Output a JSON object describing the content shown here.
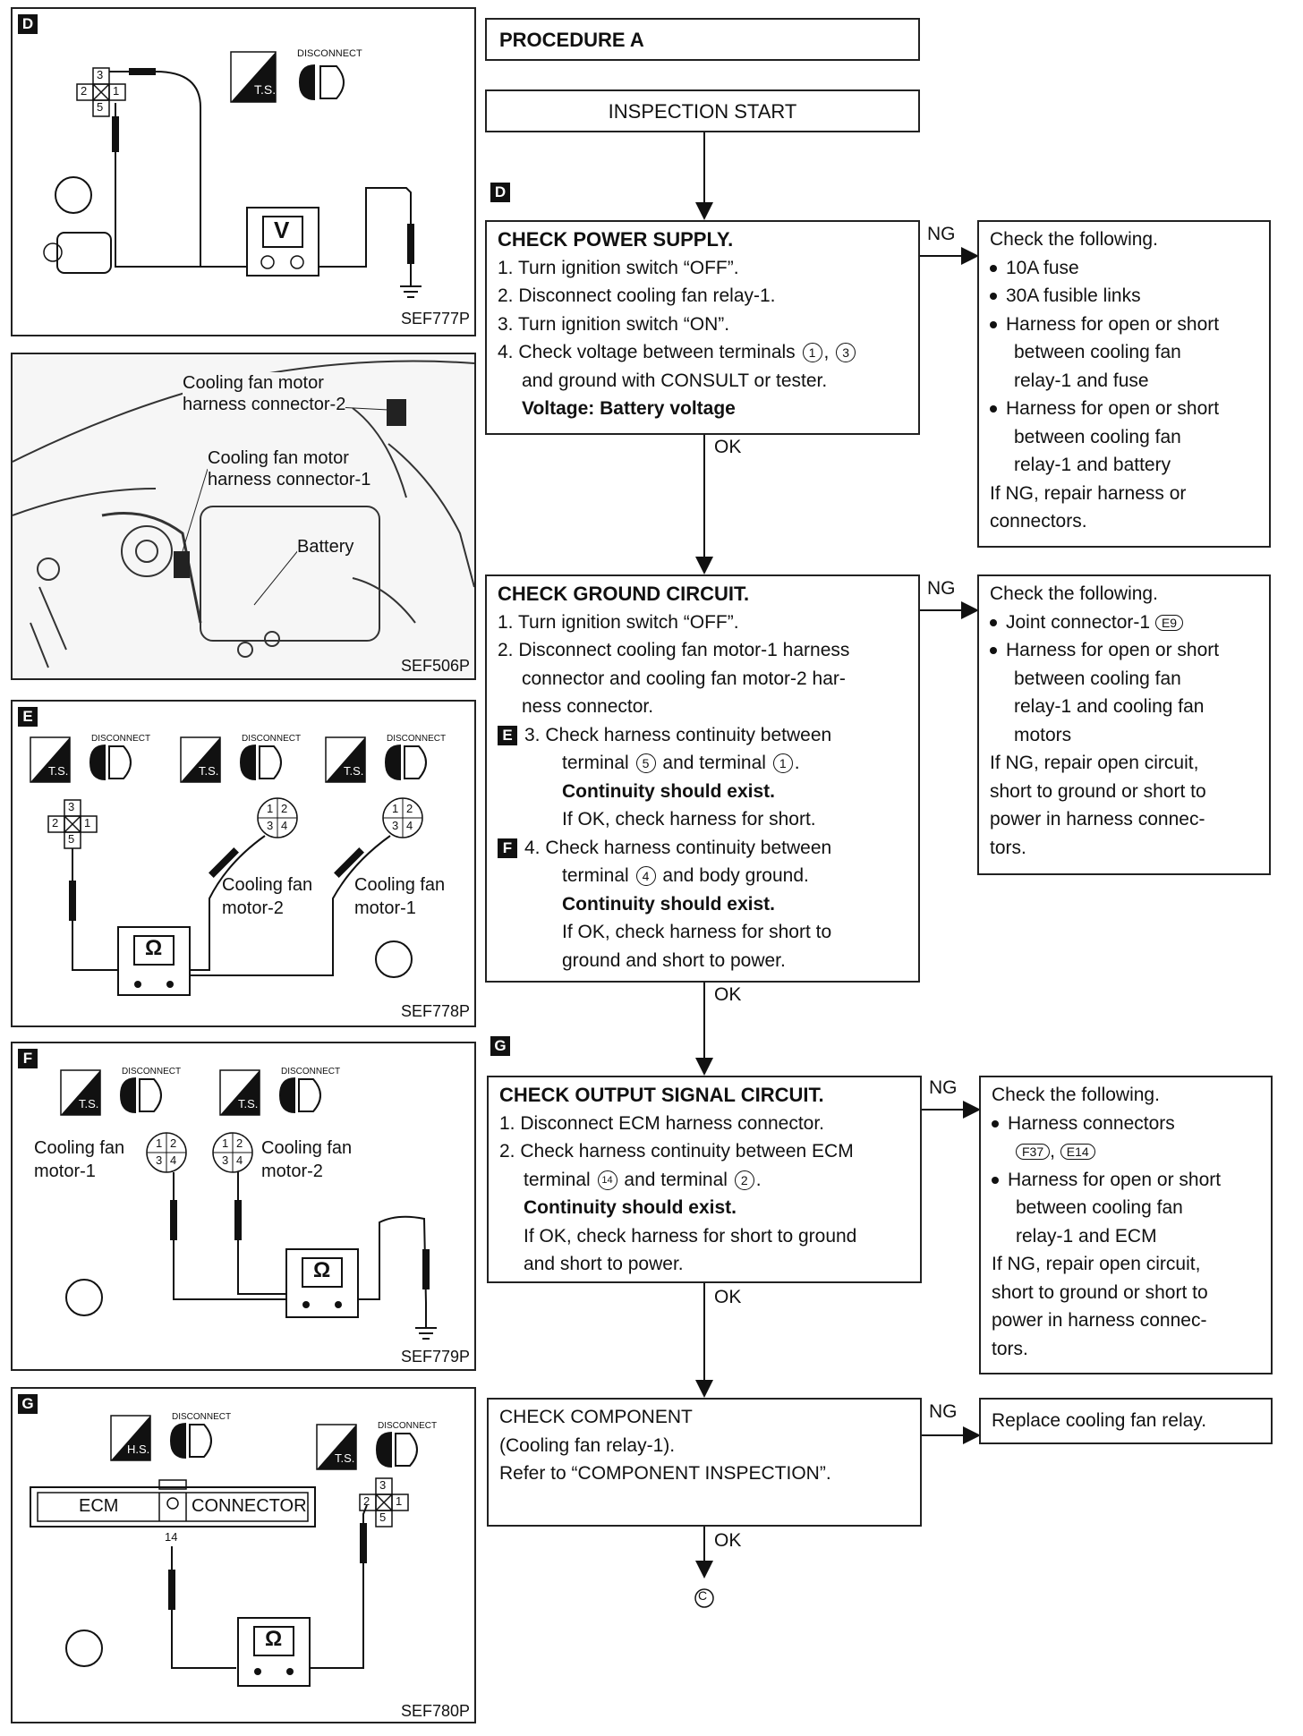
{
  "panels": {
    "d": {
      "tag": "D",
      "code": "SEF777P",
      "disconnect": "DISCONNECT",
      "ts": "T.S.",
      "meter": "V",
      "pins": [
        "3",
        "2",
        "1",
        "5"
      ]
    },
    "photo": {
      "code": "SEF506P",
      "labels": [
        "Cooling fan motor",
        "harness connector-2",
        "Cooling fan motor",
        "harness connector-1",
        "Battery"
      ]
    },
    "e": {
      "tag": "E",
      "code": "SEF778P",
      "disconnect": "DISCONNECT",
      "ts": "T.S.",
      "meter": "Ω",
      "pins": [
        "3",
        "2",
        "1",
        "5"
      ],
      "motor_pins": [
        "1",
        "2",
        "3",
        "4"
      ],
      "motor2": [
        "Cooling fan",
        "motor-2"
      ],
      "motor1": [
        "Cooling fan",
        "motor-1"
      ]
    },
    "f": {
      "tag": "F",
      "code": "SEF779P",
      "disconnect": "DISCONNECT",
      "ts": "T.S.",
      "meter": "Ω",
      "motor_pins": [
        "1",
        "2",
        "3",
        "4"
      ],
      "motor1": [
        "Cooling fan",
        "motor-1"
      ],
      "motor2": [
        "Cooling fan",
        "motor-2"
      ]
    },
    "g": {
      "tag": "G",
      "code": "SEF780P",
      "disconnect": "DISCONNECT",
      "hs": "H.S.",
      "ts": "T.S.",
      "meter": "Ω",
      "ecm": "ECM",
      "connector": "CONNECTOR",
      "ecm_pin": "14",
      "pins": [
        "3",
        "2",
        "1",
        "5"
      ]
    }
  },
  "flow": {
    "procedure": "PROCEDURE A",
    "start": "INSPECTION START",
    "tags": {
      "d": "D",
      "e": "E",
      "f": "F",
      "g": "G"
    },
    "ng": "NG",
    "ok": "OK",
    "end_symbol": "C",
    "step1": {
      "title": "CHECK POWER SUPPLY.",
      "lines": [
        "1. Turn ignition switch “OFF”.",
        "2. Disconnect cooling fan relay-1.",
        "3. Turn ignition switch “ON”."
      ],
      "line4a": "4. Check voltage between terminals",
      "t1": "1",
      "t3": "3",
      "line4b": "and ground with CONSULT or tester.",
      "spec": "Voltage: Battery voltage"
    },
    "ng1": {
      "title": "Check the following.",
      "items": [
        "10A fuse",
        "30A fusible links"
      ],
      "item3": [
        "Harness for open or short",
        "between cooling fan",
        "relay-1 and fuse"
      ],
      "item4": [
        "Harness for open or short",
        "between cooling fan",
        "relay-1 and battery"
      ],
      "tail": [
        "If NG, repair harness or",
        "connectors."
      ]
    },
    "step2": {
      "title": "CHECK GROUND CIRCUIT.",
      "lines": [
        "1. Turn ignition switch “OFF”.",
        "2. Disconnect cooling fan motor-1 harness",
        "connector and cooling fan motor-2 har-",
        "ness connector."
      ],
      "l3a": "3. Check harness continuity between",
      "l3b1": "terminal",
      "t5": "5",
      "l3b2": "and terminal",
      "t1": "1",
      "spec1": "Continuity should exist.",
      "l3d": "If OK, check harness for short.",
      "l4a": "4. Check harness continuity between",
      "l4b1": "terminal",
      "t4": "4",
      "l4b2": "and body ground.",
      "spec2": "Continuity should exist.",
      "l4d": "If OK, check harness for short to",
      "l4e": "ground and short to power."
    },
    "ng2": {
      "title": "Check the following.",
      "item1": "Joint connector-1",
      "item1_code": "E9",
      "item2": [
        "Harness for open or short",
        "between cooling fan",
        "relay-1 and cooling fan",
        "motors"
      ],
      "tail": [
        "If NG, repair open circuit,",
        "short to ground or short to",
        "power in harness connec-",
        "tors."
      ]
    },
    "step3": {
      "title": "CHECK OUTPUT SIGNAL CIRCUIT.",
      "l1": "1. Disconnect ECM harness connector.",
      "l2": "2. Check harness continuity between ECM",
      "l3a": "terminal",
      "t14": "14",
      "l3b": "and terminal",
      "t2": "2",
      "spec": "Continuity should exist.",
      "l5": "If OK, check harness for short to ground",
      "l6": "and short to power."
    },
    "ng3": {
      "title": "Check the following.",
      "item1": "Harness connectors",
      "codes": [
        "F37",
        "E14"
      ],
      "item2": [
        "Harness for open or short",
        "between cooling fan",
        "relay-1 and ECM"
      ],
      "tail": [
        "If NG, repair open circuit,",
        "short to ground or short to",
        "power in harness connec-",
        "tors."
      ]
    },
    "step4": {
      "lines": [
        "CHECK COMPONENT",
        "(Cooling fan relay-1).",
        "Refer to “COMPONENT INSPECTION”."
      ]
    },
    "ng4": {
      "text": "Replace cooling fan relay."
    }
  }
}
